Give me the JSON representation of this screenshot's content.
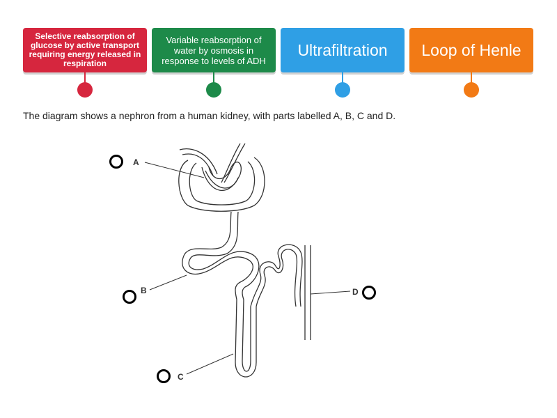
{
  "tiles": [
    {
      "label": "Selective reabsorption of glucose by active transport requiring energy released in respiration",
      "color": "#d6263e"
    },
    {
      "label": "Variable reabsorption of water by osmosis in response to levels of ADH",
      "color": "#1d8a49"
    },
    {
      "label": "Ultrafiltration",
      "color": "#2f9fe5"
    },
    {
      "label": "Loop of Henle",
      "color": "#f27a15"
    }
  ],
  "caption": "The diagram shows a nephron from a human kidney, with parts labelled A, B, C and D.",
  "diagram": {
    "labels": {
      "a": "A",
      "b": "B",
      "c": "C",
      "d": "D"
    }
  }
}
